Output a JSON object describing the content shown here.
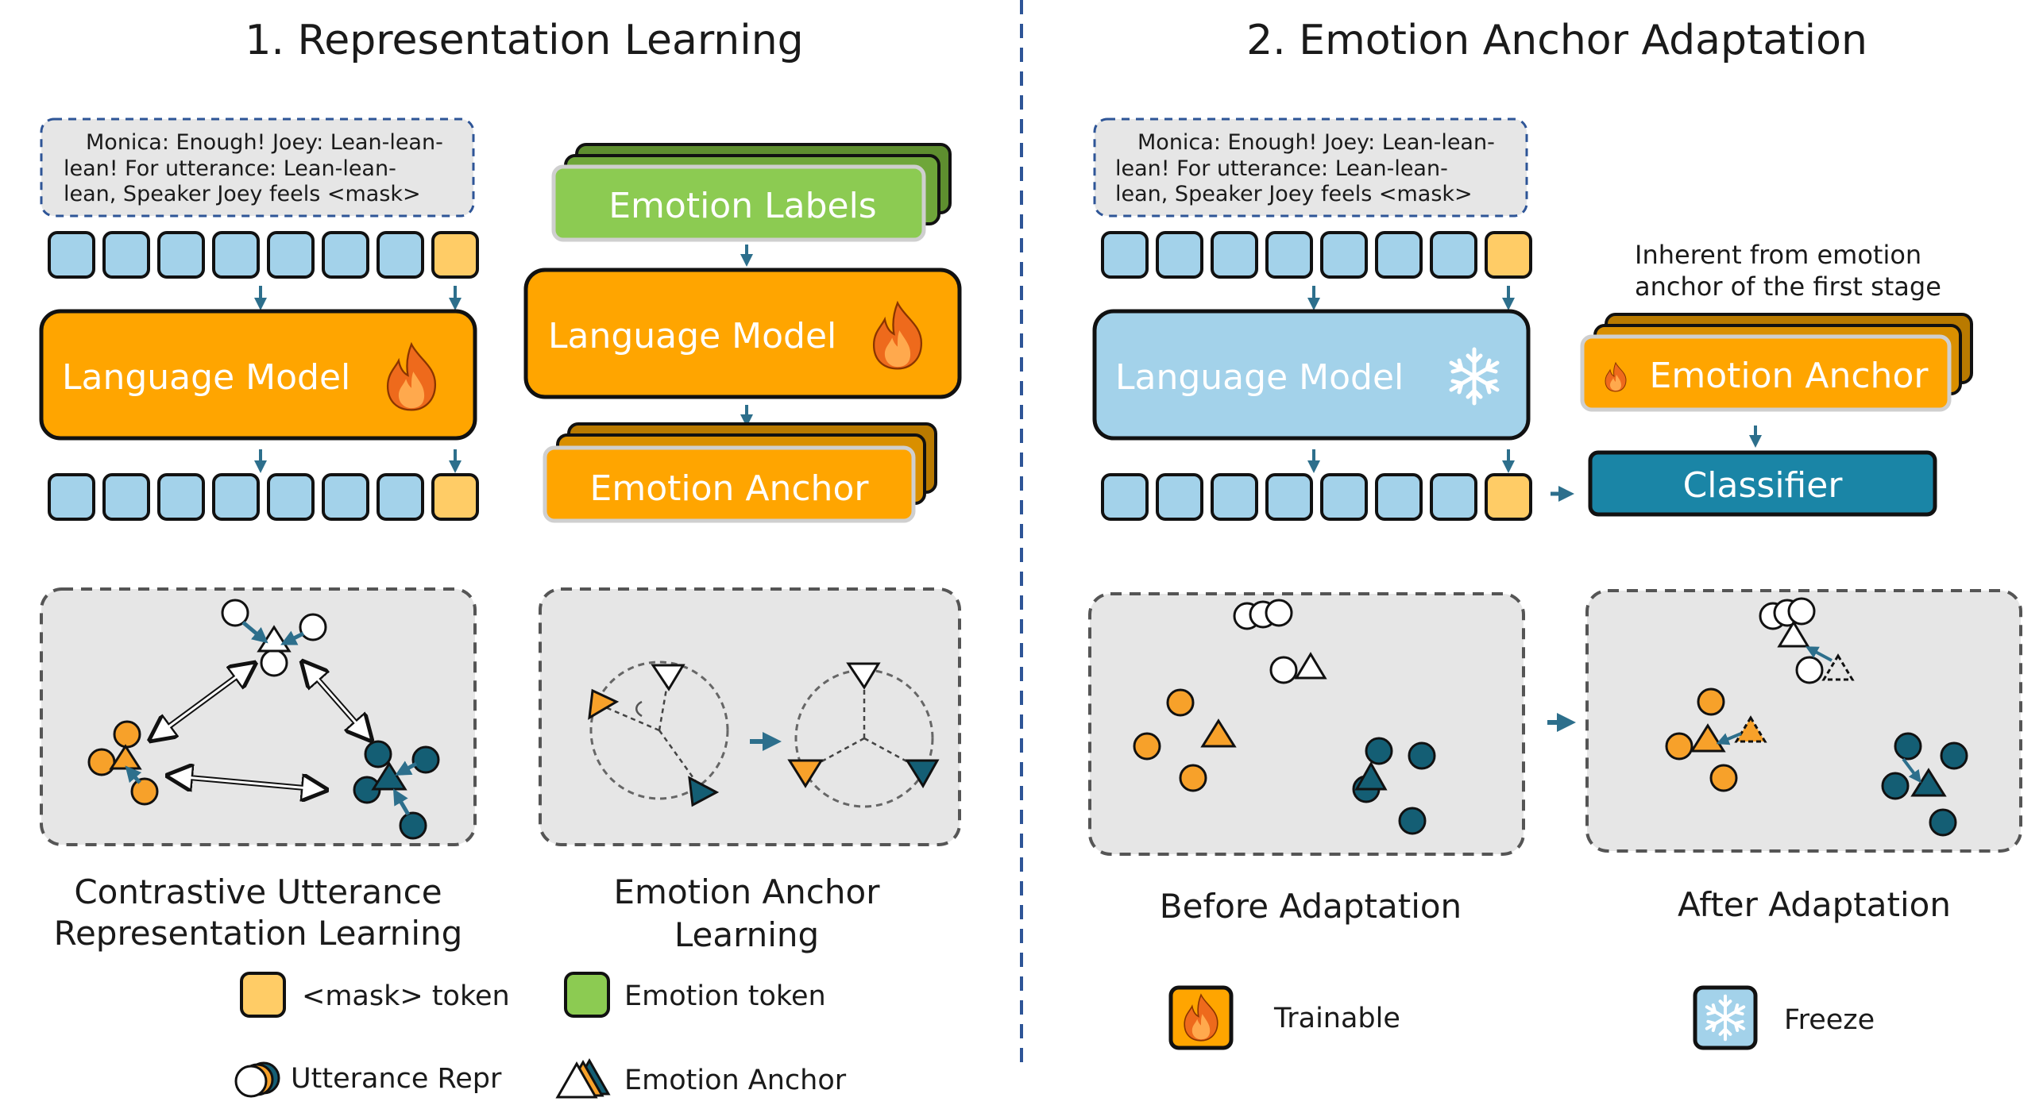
{
  "titles": {
    "stage1": "1. Representation Learning",
    "stage2": "2. Emotion Anchor Adaptation"
  },
  "prompt": {
    "line1": "Monica: Enough! Joey: Lean-lean-",
    "line2": "lean! For utterance: Lean-lean-",
    "line3": "lean, Speaker Joey feels <mask>"
  },
  "boxes": {
    "language_model": "Language Model",
    "emotion_labels": "Emotion Labels",
    "emotion_anchor": "Emotion Anchor",
    "classifier": "Classifier"
  },
  "note": {
    "line1": "Inherent from emotion",
    "line2": "anchor of the first stage"
  },
  "captions": {
    "contrastive_line1": "Contrastive Utterance",
    "contrastive_line2": "Representation Learning",
    "anchor_learning_line1": "Emotion Anchor",
    "anchor_learning_line2": "Learning",
    "before": "Before Adaptation",
    "after": "After Adaptation"
  },
  "legend": {
    "mask_token": "<mask> token",
    "emotion_token": "Emotion token",
    "utterance_repr": "Utterance Repr",
    "emotion_anchor": "Emotion Anchor",
    "trainable": "Trainable",
    "freeze": "Freeze"
  },
  "colors": {
    "orange": "#FFA500",
    "token_blue": "#A3D2EA",
    "mask_yellow": "#FFCC66",
    "green": "#8CCB52",
    "teal": "#1A85A6",
    "dark_teal": "#145E74",
    "gray_panel": "#E6E6E6",
    "divider": "#2E5597"
  }
}
